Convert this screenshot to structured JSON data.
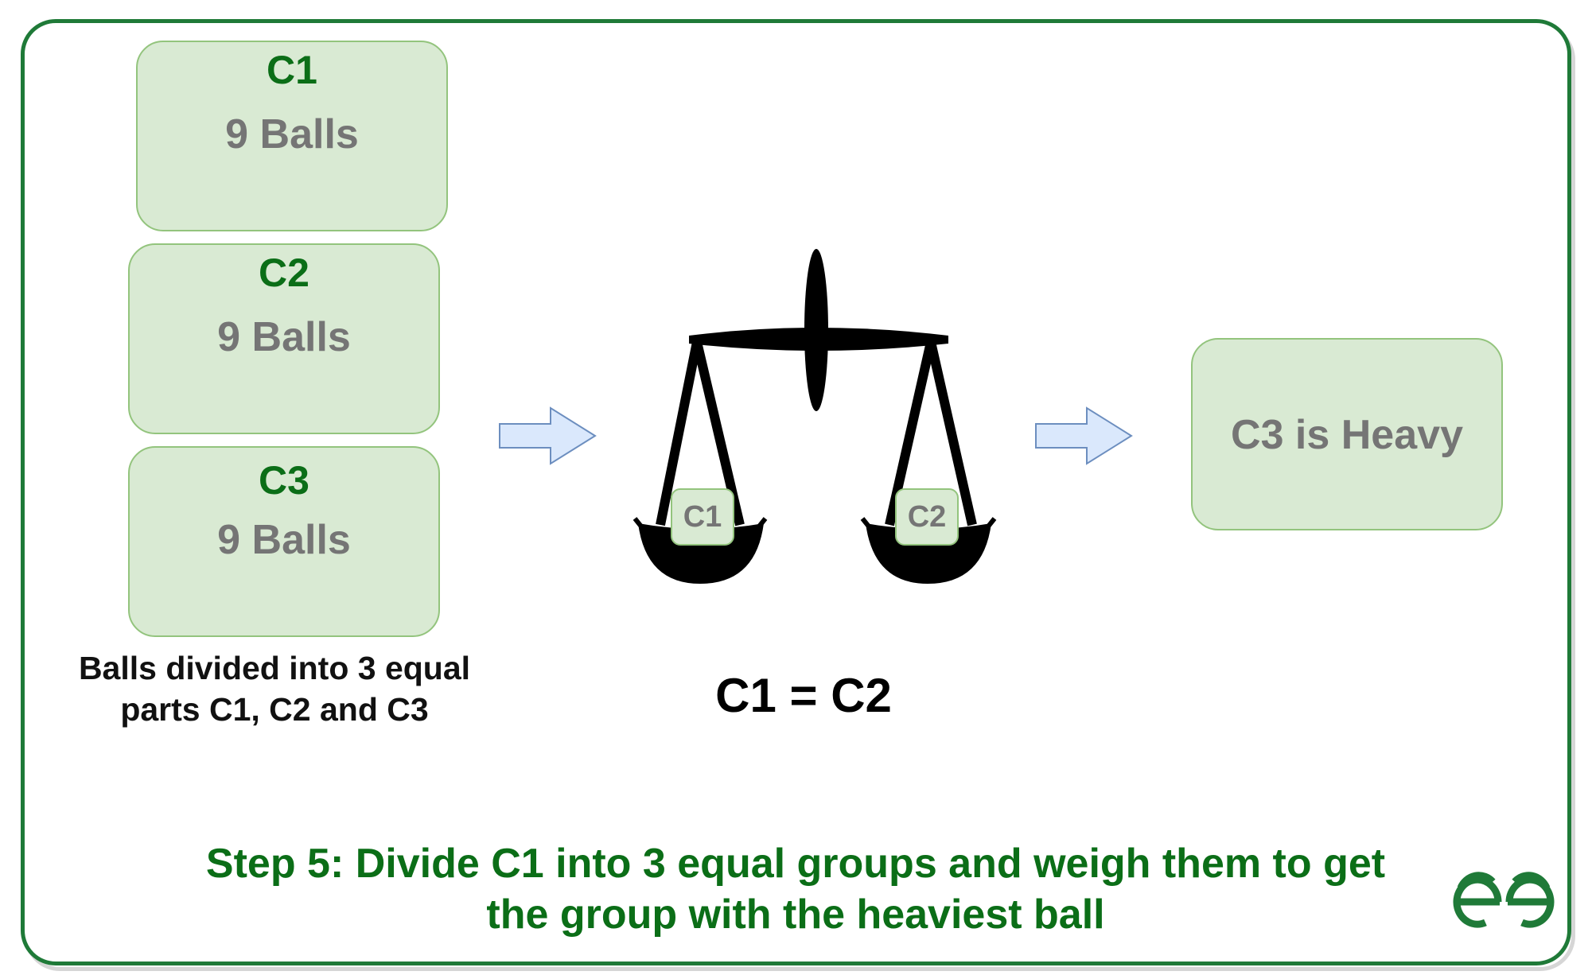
{
  "groups": [
    {
      "label": "C1",
      "count": "9 Balls"
    },
    {
      "label": "C2",
      "count": "9 Balls"
    },
    {
      "label": "C3",
      "count": "9 Balls"
    }
  ],
  "groups_caption_line1": "Balls divided into 3 equal",
  "groups_caption_line2": "parts C1, C2 and C3",
  "scale": {
    "left_pan": "C1",
    "right_pan": "C2"
  },
  "equation": "C1 = C2",
  "result": "C3 is Heavy",
  "step_line1": "Step 5: Divide C1 into 3 equal groups and weigh them to get",
  "step_line2": "the group with the heaviest ball",
  "colors": {
    "frame_border": "#1f7a38",
    "box_fill": "#d9ead3",
    "box_border": "#93c47d",
    "title_green": "#0b6e17",
    "count_gray": "#757575",
    "arrow_fill": "#dae8fc",
    "arrow_stroke": "#6c8ebf"
  },
  "icons": [
    "balance-scale-icon",
    "right-arrow-icon",
    "gfg-logo-icon"
  ]
}
